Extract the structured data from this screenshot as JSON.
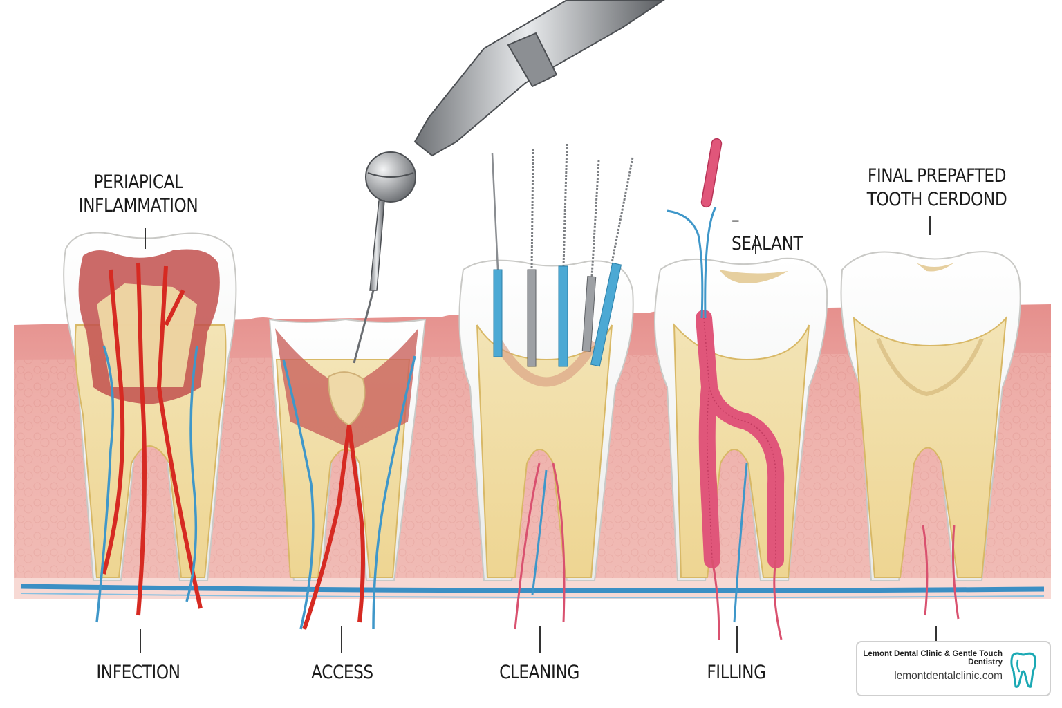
{
  "labels": {
    "inflammation": "PERIAPICAL\nINFLAMMATION",
    "final": "FINAL PREPAFTED\nTOOTH CERDOND",
    "sealant": "– SEALANT",
    "infection": "INFECTION",
    "access": "ACCESS",
    "cleaning": "CLEANING",
    "filling": "FILLING"
  },
  "badge": {
    "name": "Lemont Dental Clinic & Gentle Touch Dentistry",
    "url": "lemontdentalclinic.com",
    "icon": "tooth-logo-icon",
    "accent": "#1ba9b4"
  },
  "colors": {
    "gum": "#e9a4a0",
    "enamel": "#f6f6f4",
    "dentin": "#f1dfa9",
    "artery": "#d62a22",
    "vein": "#3f97c9",
    "gutta": "#e0567a"
  }
}
